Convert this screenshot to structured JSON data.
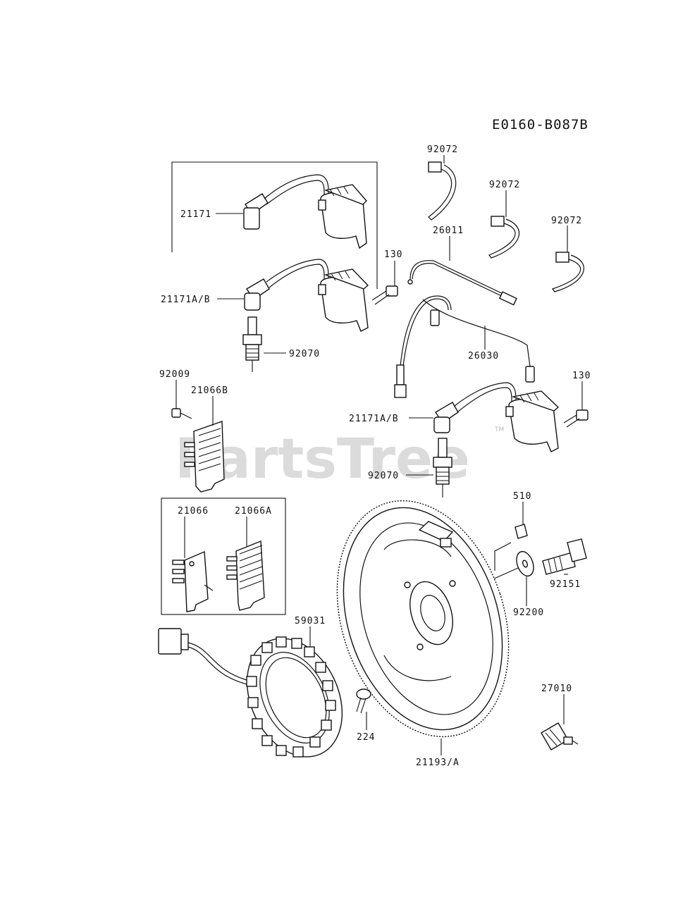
{
  "diagram": {
    "reference": "E0160-B087B",
    "watermark": "PartsTree",
    "watermark_tm": "TM",
    "labels": {
      "p92072_a": "92072",
      "p92072_b": "92072",
      "p92072_c": "92072",
      "p21171": "21171",
      "p26011": "26011",
      "p130_a": "130",
      "p21171ab_a": "21171A/B",
      "p92070_a": "92070",
      "p26030": "26030",
      "p92009": "92009",
      "p21066b": "21066B",
      "p130_b": "130",
      "p21171ab_b": "21171A/B",
      "p92070_b": "92070",
      "p510": "510",
      "p21066": "21066",
      "p21066a": "21066A",
      "p92151": "92151",
      "p92200": "92200",
      "p59031": "59031",
      "p27010": "27010",
      "p224": "224",
      "p21193a": "21193/A"
    }
  }
}
